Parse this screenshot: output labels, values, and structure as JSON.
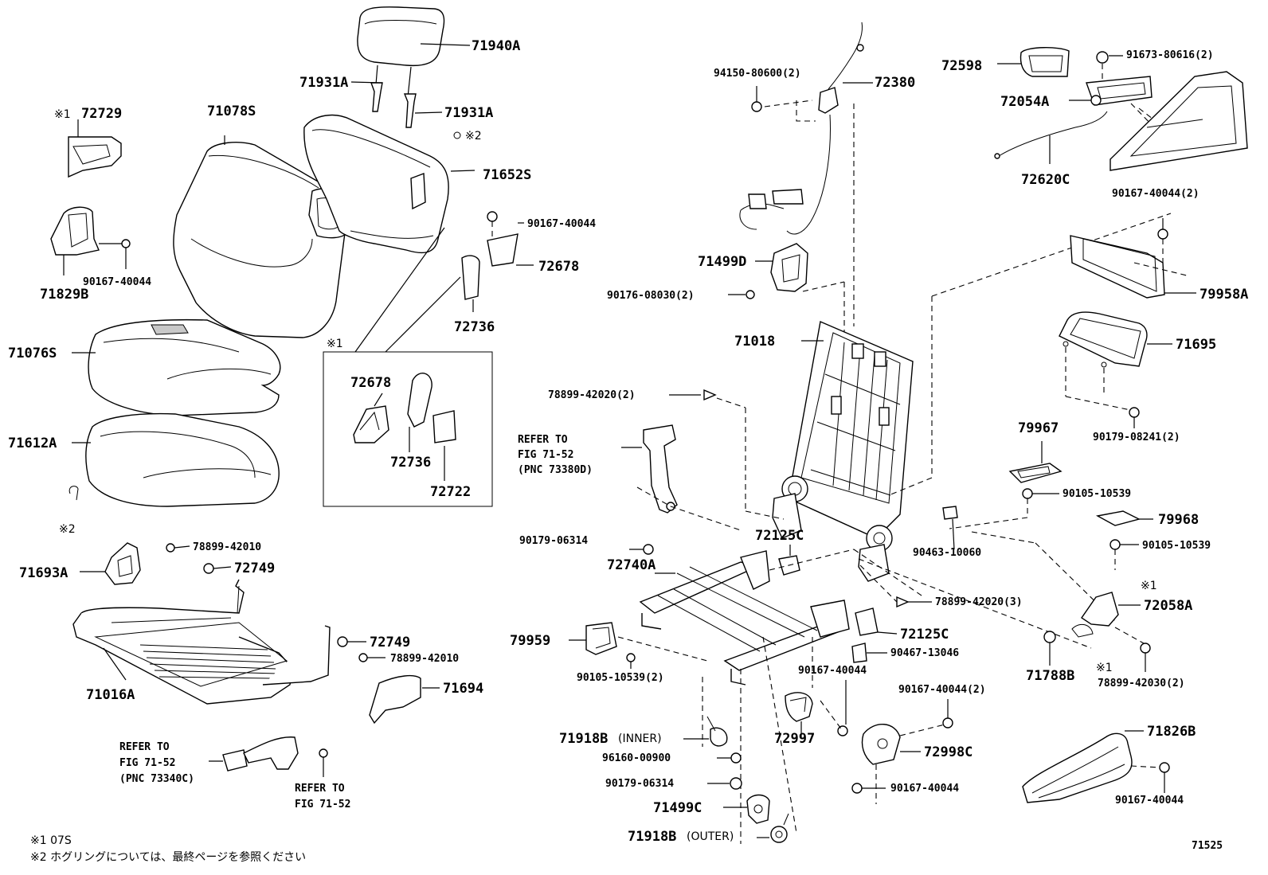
{
  "labels": {
    "p71940A": "71940A",
    "p71931A_1": "71931A",
    "p71931A_2": "71931A",
    "m2_head": "※2",
    "p71078S": "71078S",
    "p71652S": "71652S",
    "m1_72729": "※1",
    "p72729": "72729",
    "p90167_1": "90167-40044",
    "p72678_1": "72678",
    "p72736_1": "72736",
    "p71829B": "71829B",
    "p90167_2": "90167-40044",
    "p71076S": "71076S",
    "m1_box": "※1",
    "p72678_2": "72678",
    "p72736_2": "72736",
    "p72722": "72722",
    "p71612A": "71612A",
    "m2_seat": "※2",
    "p71693A": "71693A",
    "p78899_42010_1": "78899-42010",
    "p72749_1": "72749",
    "p72749_2": "72749",
    "p78899_42010_2": "78899-42010",
    "p71016A": "71016A",
    "p71694": "71694",
    "refer1_a": "REFER TO",
    "refer1_b": "FIG 71-52",
    "refer1_c": "(PNC 73340C)",
    "refer2_a": "REFER TO",
    "refer2_b": "FIG 71-52",
    "p94150": "94150-80600(2)",
    "p72380": "72380",
    "p71499D": "71499D",
    "p90176": "90176-08030(2)",
    "p71018": "71018",
    "p78899_42020_2": "78899-42020(2)",
    "refer3_a": "REFER TO",
    "refer3_b": "FIG 71-52",
    "refer3_c": "(PNC 73380D)",
    "p90179_06314_1": "90179-06314",
    "p72125C_1": "72125C",
    "p72740A": "72740A",
    "p79959": "79959",
    "p90105_10539_2": "90105-10539(2)",
    "p90463": "90463-10060",
    "p78899_42020_3": "78899-42020(3)",
    "p72125C_2": "72125C",
    "p90467": "90467-13046",
    "p90167_3": "90167-40044",
    "p72997": "72997",
    "p71918B_inner": "71918B",
    "inner": "(INNER)",
    "p96160": "96160-00900",
    "p90179_06314_2": "90179-06314",
    "p71499C": "71499C",
    "p71918B_outer": "71918B",
    "outer": "(OUTER)",
    "p90167_4": "90167-40044(2)",
    "p72998C": "72998C",
    "p90167_5": "90167-40044",
    "p72598": "72598",
    "p91673": "91673-80616(2)",
    "p72054A": "72054A",
    "p72620C": "72620C",
    "p90167_6": "90167-40044(2)",
    "p79958A": "79958A",
    "p71695": "71695",
    "p90179_08241": "90179-08241(2)",
    "p79967": "79967",
    "p90105_1": "90105-10539",
    "p79968": "79968",
    "p90105_2": "90105-10539",
    "m1_72058": "※1",
    "p72058A": "72058A",
    "p71788B": "71788B",
    "m1_78899": "※1",
    "p78899_42030": "78899-42030(2)",
    "p71826B": "71826B",
    "p90167_7": "90167-40044"
  },
  "footnotes": {
    "note1": "※1  07S",
    "note2": "※2  ホグリングについては、最終ページを参照ください"
  },
  "figure_id": "71525"
}
